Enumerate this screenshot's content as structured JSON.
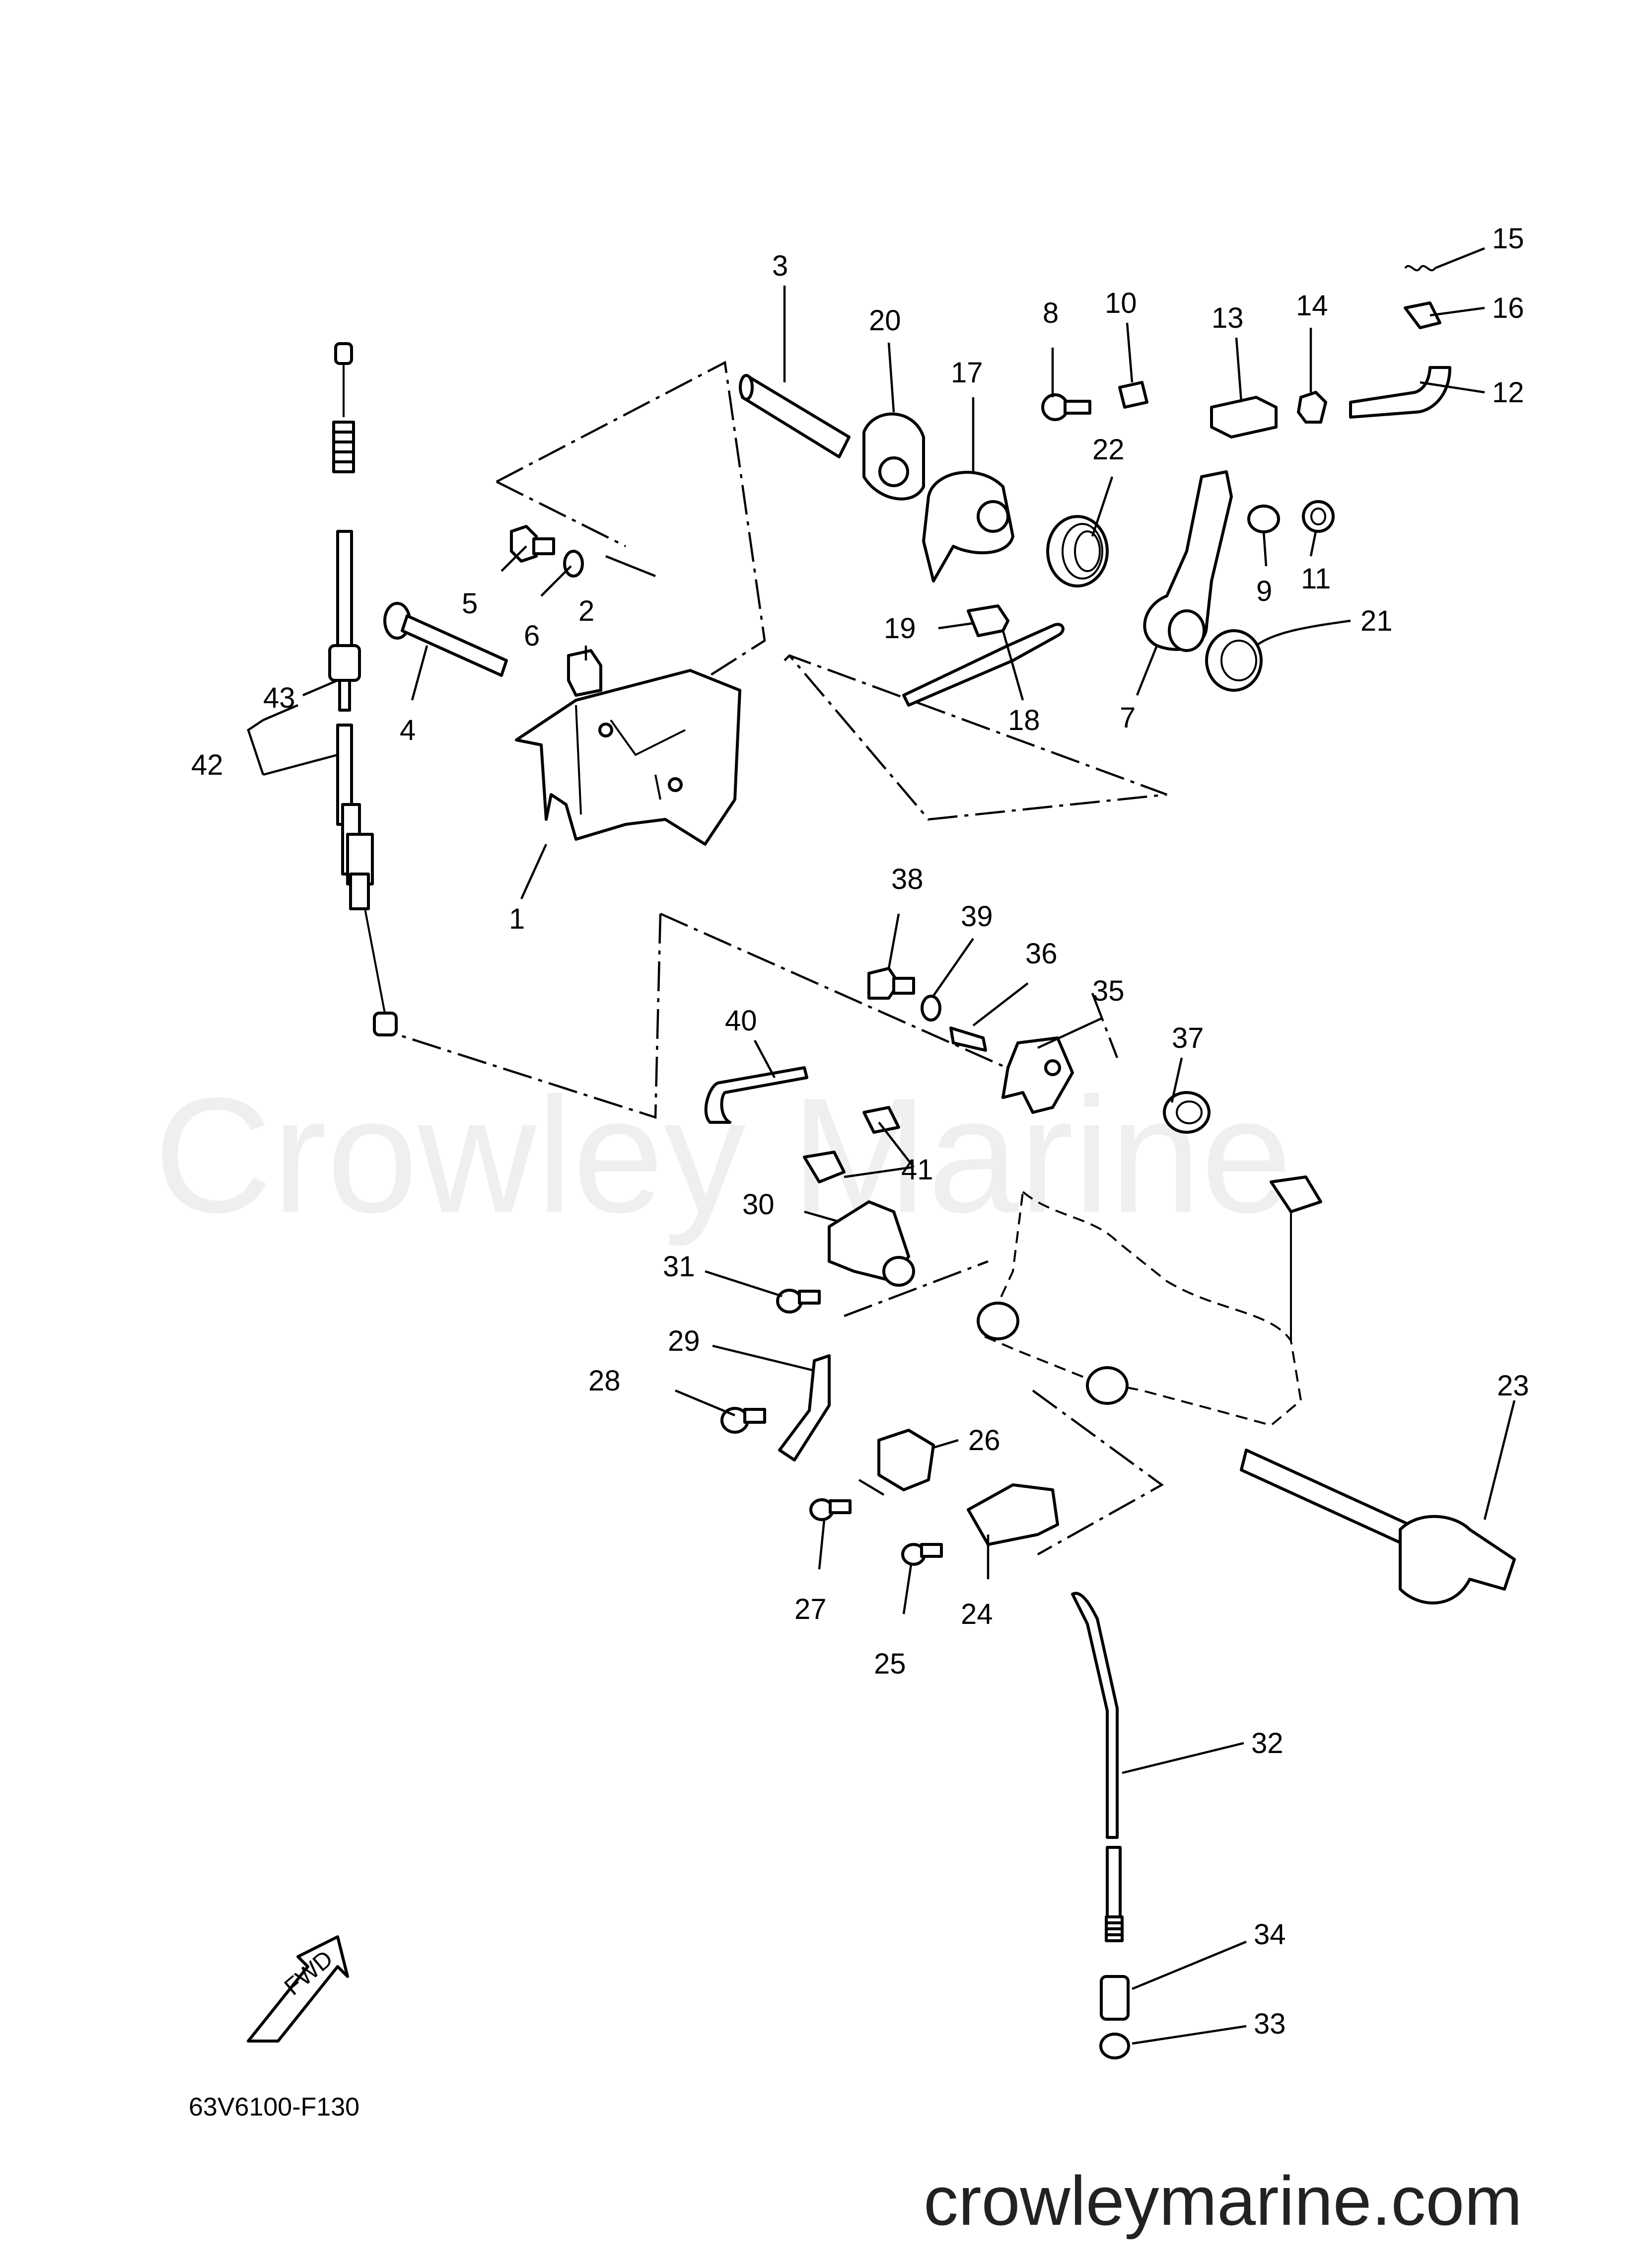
{
  "diagram": {
    "code": "63V6100-F130",
    "watermark": "Crowley Marine",
    "website": "crowleymarine.com",
    "fwd_label": "FWD",
    "callouts": [
      {
        "id": "1",
        "label": "1"
      },
      {
        "id": "2",
        "label": "2"
      },
      {
        "id": "3",
        "label": "3"
      },
      {
        "id": "4",
        "label": "4"
      },
      {
        "id": "5",
        "label": "5"
      },
      {
        "id": "6",
        "label": "6"
      },
      {
        "id": "7",
        "label": "7"
      },
      {
        "id": "8",
        "label": "8"
      },
      {
        "id": "9",
        "label": "9"
      },
      {
        "id": "10",
        "label": "10"
      },
      {
        "id": "11",
        "label": "11"
      },
      {
        "id": "12",
        "label": "12"
      },
      {
        "id": "13",
        "label": "13"
      },
      {
        "id": "14",
        "label": "14"
      },
      {
        "id": "15",
        "label": "15"
      },
      {
        "id": "16",
        "label": "16"
      },
      {
        "id": "17",
        "label": "17"
      },
      {
        "id": "18",
        "label": "18"
      },
      {
        "id": "19",
        "label": "19"
      },
      {
        "id": "20",
        "label": "20"
      },
      {
        "id": "21",
        "label": "21"
      },
      {
        "id": "22",
        "label": "22"
      },
      {
        "id": "23",
        "label": "23"
      },
      {
        "id": "24",
        "label": "24"
      },
      {
        "id": "25",
        "label": "25"
      },
      {
        "id": "26",
        "label": "26"
      },
      {
        "id": "27",
        "label": "27"
      },
      {
        "id": "28",
        "label": "28"
      },
      {
        "id": "29",
        "label": "29"
      },
      {
        "id": "30",
        "label": "30"
      },
      {
        "id": "31",
        "label": "31"
      },
      {
        "id": "32",
        "label": "32"
      },
      {
        "id": "33",
        "label": "33"
      },
      {
        "id": "34",
        "label": "34"
      },
      {
        "id": "35",
        "label": "35"
      },
      {
        "id": "36",
        "label": "36"
      },
      {
        "id": "37",
        "label": "37"
      },
      {
        "id": "38",
        "label": "38"
      },
      {
        "id": "39",
        "label": "39"
      },
      {
        "id": "40",
        "label": "40"
      },
      {
        "id": "41",
        "label": "41"
      },
      {
        "id": "42",
        "label": "42"
      },
      {
        "id": "43",
        "label": "43"
      }
    ]
  }
}
